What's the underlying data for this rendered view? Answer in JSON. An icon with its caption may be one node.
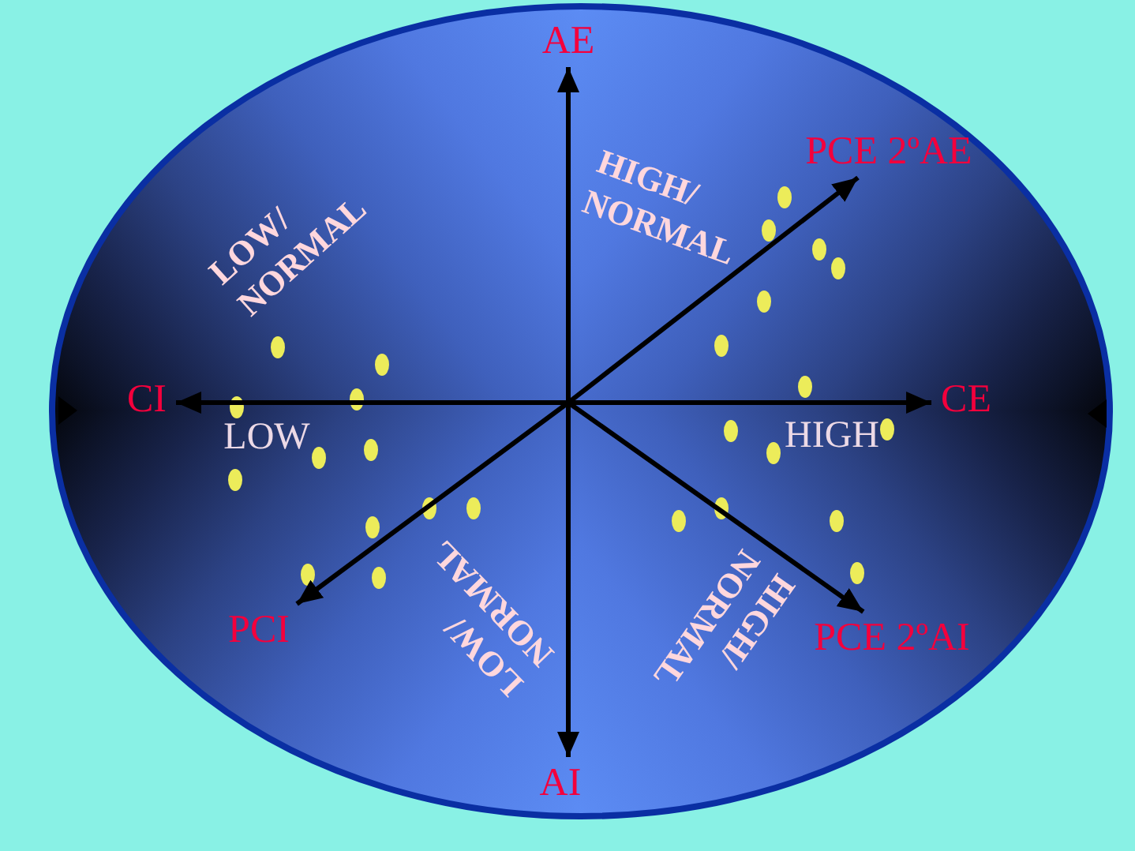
{
  "diagram": {
    "nodes": [
      {
        "text": [
          "AE"
        ]
      },
      {
        "text": [
          "PCE 2ºAE"
        ]
      },
      {
        "text": [
          "CI"
        ]
      },
      {
        "text": [
          "CE"
        ]
      },
      {
        "text": [
          "PCI"
        ]
      },
      {
        "text": [
          "PCE 2ºAI"
        ]
      },
      {
        "text": [
          "AI"
        ]
      }
    ],
    "edges": [
      {
        "from": null,
        "to": 0,
        "arrow": "to"
      },
      {
        "from": null,
        "to": 1,
        "arrow": "to"
      },
      {
        "from": null,
        "to": 2,
        "arrow": "to"
      },
      {
        "from": null,
        "to": 3,
        "arrow": "to"
      },
      {
        "from": null,
        "to": 4,
        "arrow": "to"
      },
      {
        "from": null,
        "to": 5,
        "arrow": "to"
      },
      {
        "from": null,
        "to": 6,
        "arrow": "to"
      }
    ],
    "labels": [
      "LOW/ NORMAL",
      "HIGH/ NORMAL",
      "LOW",
      "HIGH",
      "LOW/ NORMAL",
      "HIGH/ NORMAL"
    ]
  }
}
